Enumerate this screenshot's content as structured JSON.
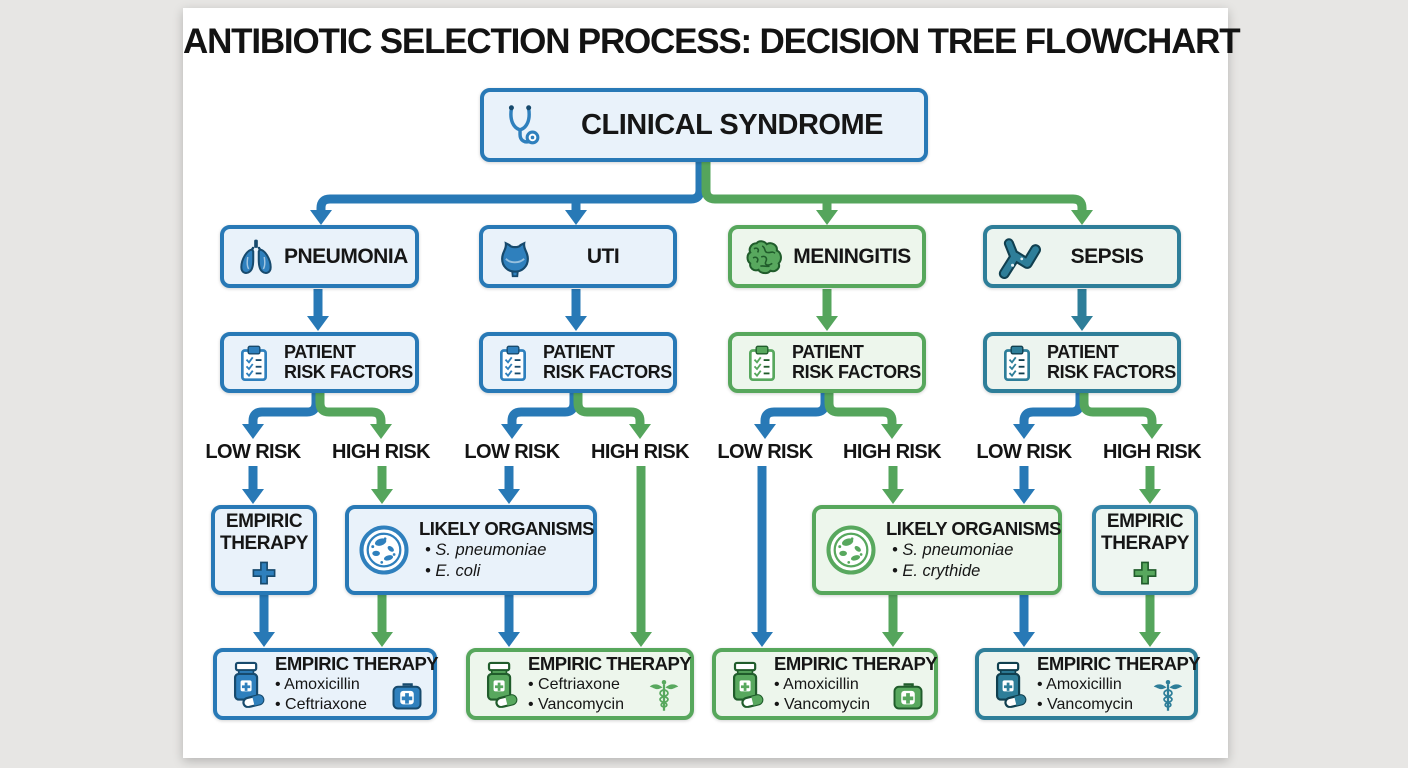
{
  "page": {
    "title": "ANTIBIOTIC SELECTION PROCESS: DECISION TREE FLOWCHART"
  },
  "root": {
    "label": "CLINICAL SYNDROME",
    "icon": "stethoscope-icon"
  },
  "branch_labels": {
    "low": "LOW RISK",
    "high": "HIGH RISK"
  },
  "risk_box": {
    "line1": "PATIENT",
    "line2": "RISK FACTORS",
    "icon": "clipboard-icon"
  },
  "syndromes": [
    {
      "label": "PNEUMONIA",
      "icon": "lungs-icon",
      "theme": "blue"
    },
    {
      "label": "UTI",
      "icon": "bladder-icon",
      "theme": "blue"
    },
    {
      "label": "MENINGITIS",
      "icon": "brain-icon",
      "theme": "green"
    },
    {
      "label": "SEPSIS",
      "icon": "blood-vessel-icon",
      "theme": "teal"
    }
  ],
  "mid_boxes": [
    {
      "kind": "empiric",
      "line1": "EMPIRIC",
      "line2": "THERAPY",
      "icon": "plus-icon",
      "theme": "blue"
    },
    {
      "kind": "organisms",
      "title": "LIKELY ORGANISMS",
      "icon": "petri-dish-icon",
      "items": [
        "S. pneumoniae",
        "E. coli"
      ],
      "theme": "blue"
    },
    {
      "kind": "organisms",
      "title": "LIKELY ORGANISMS",
      "icon": "petri-dish-icon",
      "items": [
        "S. pneumoniae",
        "E. crythide"
      ],
      "theme": "green"
    },
    {
      "kind": "empiric",
      "line1": "EMPIRIC",
      "line2": "THERAPY",
      "icon": "plus-icon",
      "theme": "teal"
    }
  ],
  "therapy_boxes": [
    {
      "title": "EMPIRIC THERAPY",
      "drugs": [
        "Amoxicillin",
        "Ceftriaxone"
      ],
      "bottle_icon": "pill-bottle-icon",
      "side_icon": "first-aid-kit-icon",
      "theme": "blue"
    },
    {
      "title": "EMPIRIC THERAPY",
      "drugs": [
        "Ceftriaxone",
        "Vancomycin"
      ],
      "bottle_icon": "pill-bottle-icon",
      "side_icon": "caduceus-icon",
      "theme": "green"
    },
    {
      "title": "EMPIRIC THERAPY",
      "drugs": [
        "Amoxicillin",
        "Vancomycin"
      ],
      "bottle_icon": "pill-bottle-icon",
      "side_icon": "first-aid-kit-icon",
      "theme": "green"
    },
    {
      "title": "EMPIRIC THERAPY",
      "drugs": [
        "Amoxicillin",
        "Vancomycin"
      ],
      "bottle_icon": "pill-bottle-icon",
      "side_icon": "caduceus-icon",
      "theme": "teal"
    }
  ],
  "edges": [
    [
      "CLINICAL SYNDROME",
      "PNEUMONIA"
    ],
    [
      "CLINICAL SYNDROME",
      "UTI"
    ],
    [
      "CLINICAL SYNDROME",
      "MENINGITIS"
    ],
    [
      "CLINICAL SYNDROME",
      "SEPSIS"
    ],
    [
      "PNEUMONIA",
      "PATIENT RISK FACTORS"
    ],
    [
      "UTI",
      "PATIENT RISK FACTORS"
    ],
    [
      "MENINGITIS",
      "PATIENT RISK FACTORS"
    ],
    [
      "SEPSIS",
      "PATIENT RISK FACTORS"
    ],
    [
      "PNEUMONIA / LOW RISK",
      "EMPIRIC THERAPY"
    ],
    [
      "PNEUMONIA / HIGH RISK",
      "LIKELY ORGANISMS"
    ],
    [
      "UTI / LOW RISK",
      "LIKELY ORGANISMS"
    ],
    [
      "UTI / HIGH RISK",
      "EMPIRIC THERAPY (Ceftriaxone, Vancomycin)"
    ],
    [
      "MENINGITIS / LOW RISK",
      "EMPIRIC THERAPY (Amoxicillin, Vancomycin)"
    ],
    [
      "MENINGITIS / HIGH RISK",
      "LIKELY ORGANISMS"
    ],
    [
      "SEPSIS / LOW RISK",
      "LIKELY ORGANISMS"
    ],
    [
      "SEPSIS / HIGH RISK",
      "EMPIRIC THERAPY"
    ]
  ],
  "colors": {
    "blue": "#2879b6",
    "green": "#55a55c",
    "teal": "#2e7e99",
    "light_blue": "#e9f2fa",
    "light_green": "#edf6ec",
    "light_teal": "#ecf4ef",
    "text": "#161616",
    "canvas": "#ffffff",
    "backdrop": "#e7e6e4"
  }
}
